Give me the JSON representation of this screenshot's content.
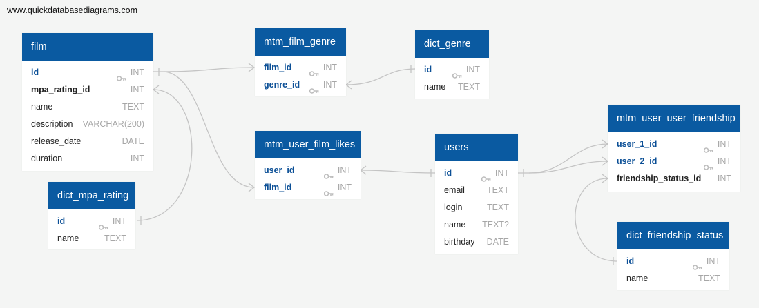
{
  "watermark": "www.quickdatabasediagrams.com",
  "icons": {
    "key": "key-icon"
  },
  "colors": {
    "header": "#0a5aa1",
    "background": "#f4f5f4",
    "fk_text": "#0b4f96",
    "type_text": "#a7a7a7",
    "link": "#c4c4c4"
  },
  "tables": {
    "film": {
      "name": "film",
      "columns": [
        {
          "name": "id",
          "type": "INT",
          "key": true,
          "fk": true
        },
        {
          "name": "mpa_rating_id",
          "type": "INT",
          "key": false,
          "bold": true
        },
        {
          "name": "name",
          "type": "TEXT",
          "key": false
        },
        {
          "name": "description",
          "type": "VARCHAR(200)",
          "key": false
        },
        {
          "name": "release_date",
          "type": "DATE",
          "key": false
        },
        {
          "name": "duration",
          "type": "INT",
          "key": false
        }
      ]
    },
    "dict_mpa_rating": {
      "name": "dict_mpa_rating",
      "columns": [
        {
          "name": "id",
          "type": "INT",
          "key": true,
          "fk": true
        },
        {
          "name": "name",
          "type": "TEXT",
          "key": false
        }
      ]
    },
    "mtm_film_genre": {
      "name": "mtm_film_genre",
      "columns": [
        {
          "name": "film_id",
          "type": "INT",
          "key": true,
          "fk": true
        },
        {
          "name": "genre_id",
          "type": "INT",
          "key": true,
          "fk": true
        }
      ]
    },
    "dict_genre": {
      "name": "dict_genre",
      "columns": [
        {
          "name": "id",
          "type": "INT",
          "key": true,
          "fk": true
        },
        {
          "name": "name",
          "type": "TEXT",
          "key": false
        }
      ]
    },
    "mtm_user_film_likes": {
      "name": "mtm_user_film_likes",
      "columns": [
        {
          "name": "user_id",
          "type": "INT",
          "key": true,
          "fk": true
        },
        {
          "name": "film_id",
          "type": "INT",
          "key": true,
          "fk": true
        }
      ]
    },
    "users": {
      "name": "users",
      "columns": [
        {
          "name": "id",
          "type": "INT",
          "key": true,
          "fk": true
        },
        {
          "name": "email",
          "type": "TEXT",
          "key": false
        },
        {
          "name": "login",
          "type": "TEXT",
          "key": false
        },
        {
          "name": "name",
          "type": "TEXT?",
          "key": false
        },
        {
          "name": "birthday",
          "type": "DATE",
          "key": false
        }
      ]
    },
    "mtm_user_user_friendship": {
      "name": "mtm_user_user_friendship",
      "columns": [
        {
          "name": "user_1_id",
          "type": "INT",
          "key": true,
          "fk": true
        },
        {
          "name": "user_2_id",
          "type": "INT",
          "key": true,
          "fk": true
        },
        {
          "name": "friendship_status_id",
          "type": "INT",
          "key": false,
          "bold": true
        }
      ]
    },
    "dict_friendship_status": {
      "name": "dict_friendship_status",
      "columns": [
        {
          "name": "id",
          "type": "INT",
          "key": true,
          "fk": true
        },
        {
          "name": "name",
          "type": "TEXT",
          "key": false
        }
      ]
    }
  }
}
